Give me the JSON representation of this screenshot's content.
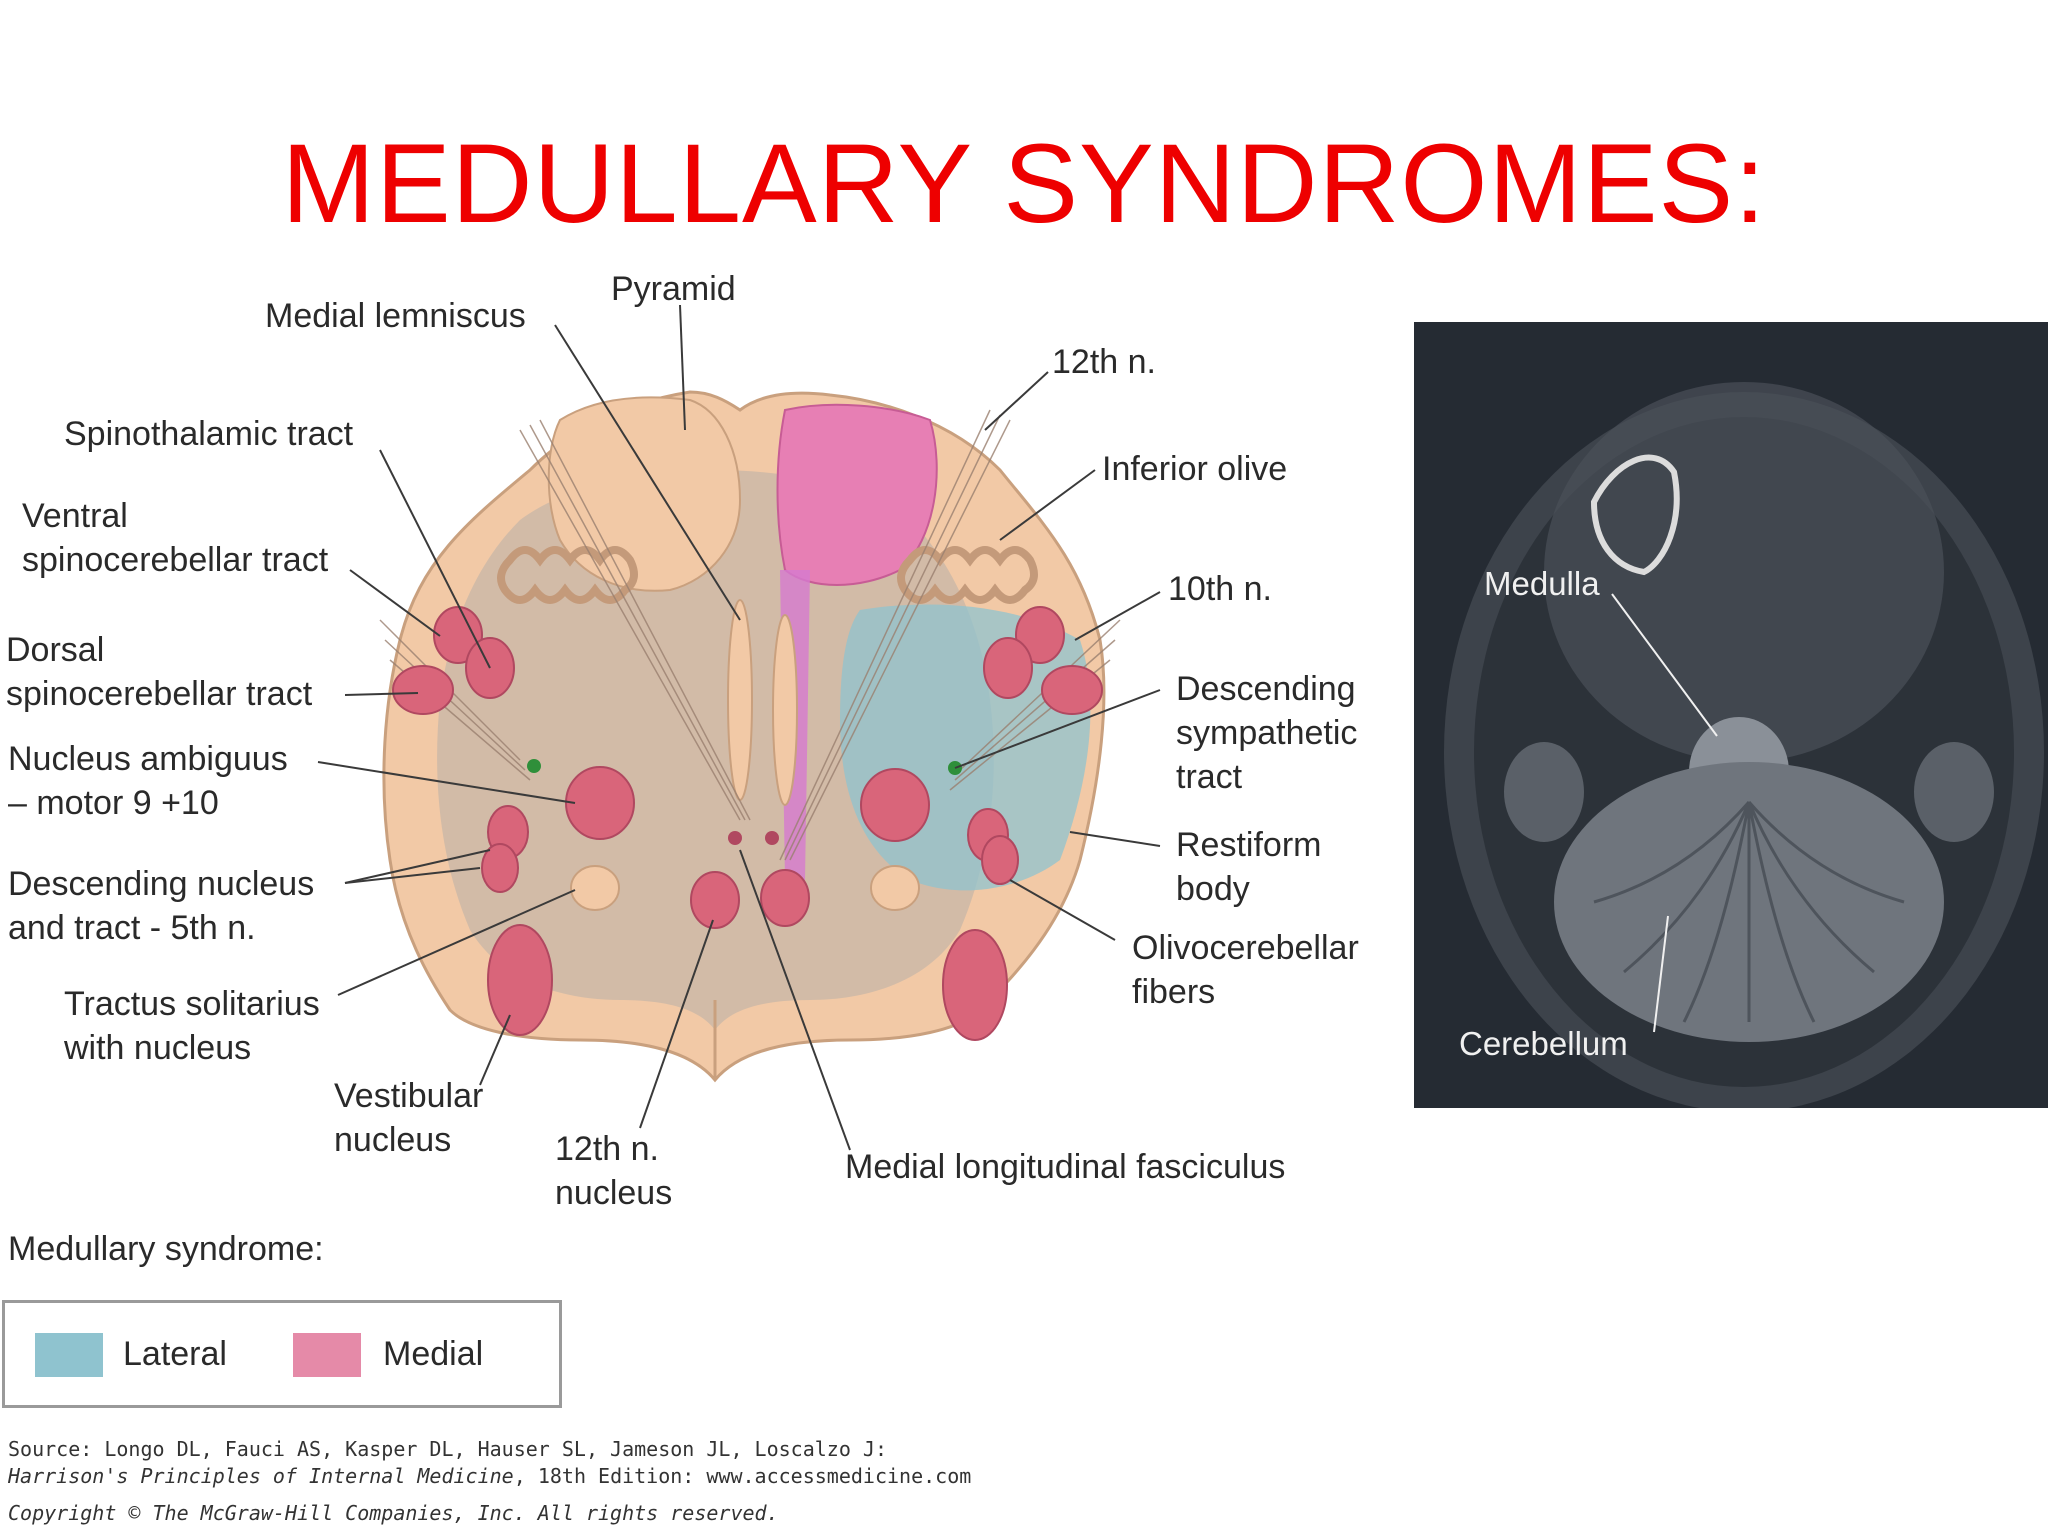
{
  "title": "MEDULLARY SYNDROMES:",
  "colors": {
    "title": "#ee0000",
    "lateral": "#8fc3cf",
    "medial": "#e58aa8",
    "tissue": "#f2c9a6",
    "gray_matter": "#cdb9a7",
    "nucleus": "#d9657a",
    "pyramid_medial": "#e77fb4"
  },
  "diagram": {
    "labels": {
      "pyramid": "Pyramid",
      "medial_lemniscus": "Medial lemniscus",
      "n12": "12th n.",
      "spinothalamic": "Spinothalamic tract",
      "inferior_olive": "Inferior olive",
      "ventral_spinocerebellar": "Ventral\nspinocerebellar tract",
      "n10": "10th n.",
      "dorsal_spinocerebellar": "Dorsal\nspinocerebellar tract",
      "descending_sympathetic": "Descending\nsympathetic\ntract",
      "nucleus_ambiguus": "Nucleus ambiguus\n– motor 9 +10",
      "restiform": "Restiform\nbody",
      "descending_nucleus": "Descending nucleus\nand tract - 5th n.",
      "olivocerebellar": "Olivocerebellar\nfibers",
      "tractus_solitarius": "Tractus solitarius\nwith nucleus",
      "vestibular": "Vestibular\nnucleus",
      "n12_nucleus": "12th n.\nnucleus",
      "mlf": "Medial longitudinal fasciculus"
    }
  },
  "mri": {
    "labels": {
      "medulla": "Medulla",
      "cerebellum": "Cerebellum"
    }
  },
  "legend": {
    "title": "Medullary syndrome:",
    "items": [
      {
        "label": "Lateral",
        "color": "#8fc3cf"
      },
      {
        "label": "Medial",
        "color": "#e58aa8"
      }
    ]
  },
  "source": {
    "line1": "Source: Longo DL, Fauci AS, Kasper DL, Hauser SL, Jameson JL, Loscalzo J:",
    "line2_book": "Harrison's Principles of Internal Medicine",
    "line2_rest": ", 18th Edition: www.accessmedicine.com",
    "copyright": "Copyright © The McGraw-Hill Companies, Inc. All rights reserved."
  }
}
